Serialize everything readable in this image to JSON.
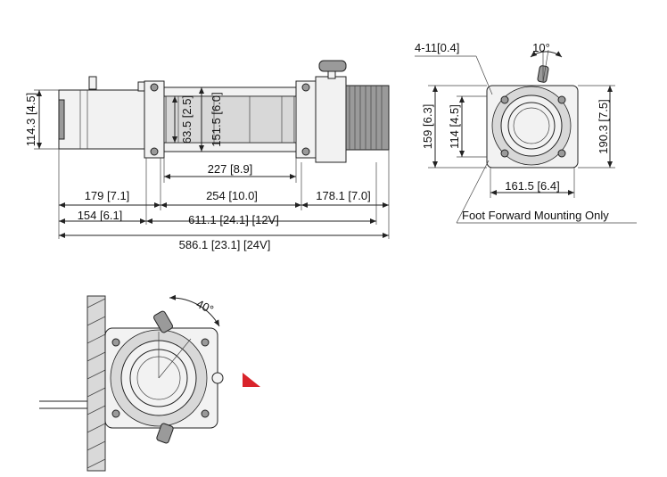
{
  "side_view": {
    "height_dim": "114.3 [4.5]",
    "dim_63": "63.5 [2.5]",
    "dim_151": "151.5 [6.0]",
    "dim_227": "227 [8.9]",
    "dim_179": "179 [7.1]",
    "dim_254": "254 [10.0]",
    "dim_178": "178.1 [7.0]",
    "dim_154": "154 [6.1]",
    "length_12v": "611.1 [24.1] [12V]",
    "length_24v": "586.1 [23.1] [24V]"
  },
  "end_view": {
    "holes": "4-11[0.4]",
    "angle": "10°",
    "dim_159": "159 [6.3]",
    "dim_114": "114 [4.5]",
    "dim_190": "190.3 [7.5]",
    "dim_161": "161.5 [6.4]",
    "note": "Foot Forward Mounting Only"
  },
  "rotation_view": {
    "angle": "40°"
  },
  "colors": {
    "line": "#222222",
    "arrow": "#d9242b"
  }
}
